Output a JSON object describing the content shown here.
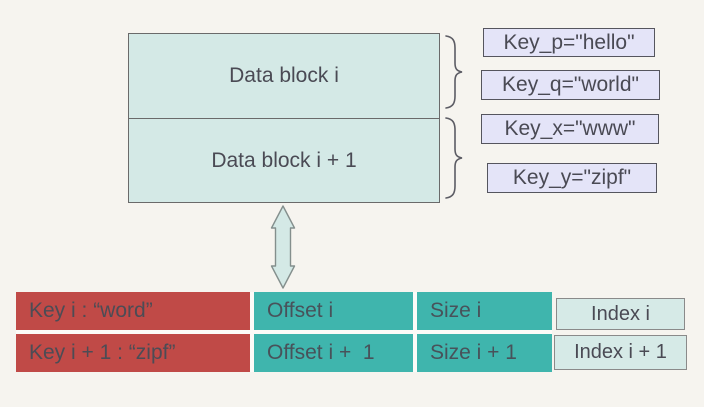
{
  "colors": {
    "background": "#f6f4ef",
    "block_fill": "#d4e9e6",
    "teal_cell": "#3fb5ad",
    "red_cell": "#c04a47",
    "key_label_fill": "#e4e4f8",
    "index_box_fill": "#d6eae7",
    "text": "#4a4a54",
    "border": "#6a6a6a"
  },
  "data_blocks": {
    "block_i": "Data block i",
    "block_i1": "Data block i + 1"
  },
  "key_labels": [
    "Key_p=\"hello\"",
    "Key_q=\"world\"",
    "Key_x=\"www\"",
    "Key_y=\"zipf\""
  ],
  "index_table": {
    "rows": [
      {
        "key": "Key i : “word”",
        "offset": "Offset i",
        "size": "Size i"
      },
      {
        "key": "Key i + 1 : “zipf”",
        "offset": "Offset i +  1",
        "size": "Size i + 1"
      }
    ]
  },
  "index_labels": [
    "Index i",
    "Index i + 1"
  ]
}
